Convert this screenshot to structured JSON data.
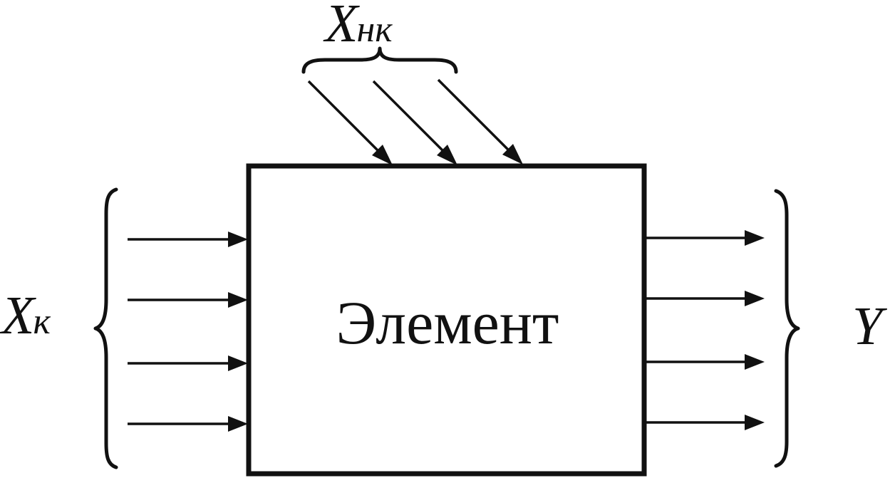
{
  "diagram": {
    "element_label": "Элемент",
    "controlled_inputs": {
      "symbol": "X",
      "subscript": "к",
      "count": 4
    },
    "uncontrolled_inputs": {
      "symbol": "X",
      "subscript": "нк",
      "count": 3
    },
    "outputs": {
      "symbol": "Y",
      "count": 4
    }
  },
  "colors": {
    "line": "#111111",
    "background": "#ffffff"
  }
}
